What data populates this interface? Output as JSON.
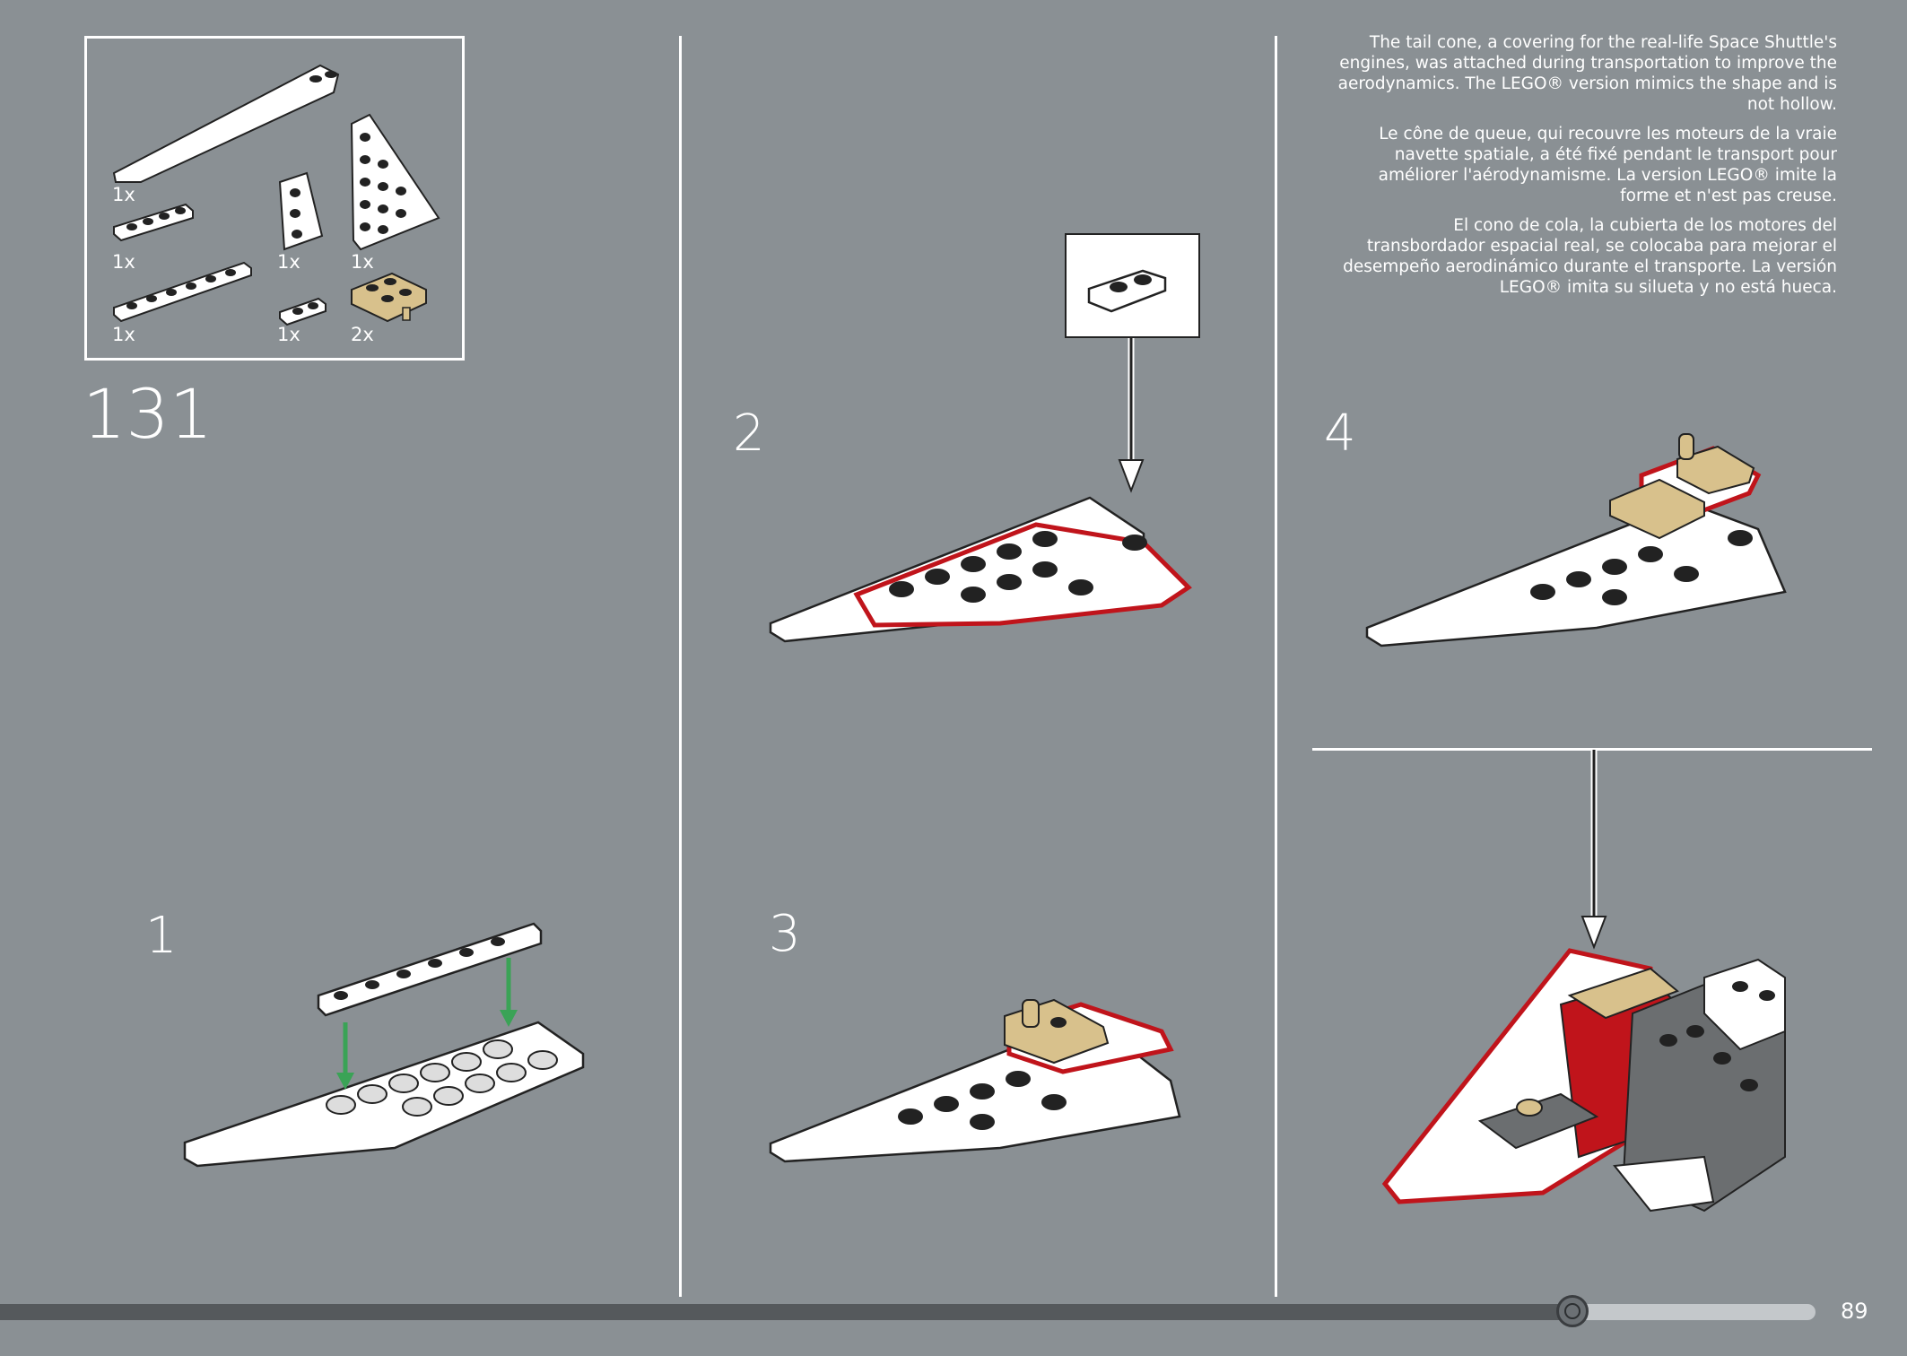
{
  "parts_list": {
    "items": [
      {
        "name": "wedge-plate-long",
        "qty": "1x"
      },
      {
        "name": "plate-1x4",
        "qty": "1x"
      },
      {
        "name": "plate-1x6",
        "qty": "1x"
      },
      {
        "name": "wedge-plate-small",
        "qty": "1x"
      },
      {
        "name": "plate-1x2",
        "qty": "1x"
      },
      {
        "name": "wedge-plate-large",
        "qty": "1x"
      },
      {
        "name": "plate-2x2-tan-pin",
        "qty": "2x"
      }
    ]
  },
  "main_step": "131",
  "substeps": [
    "1",
    "2",
    "3",
    "4"
  ],
  "info_text": {
    "english": "The tail cone, a covering for the real-life Space Shuttle's engines, was attached during transportation to improve the aerodynamics. The LEGO® version mimics the shape and is not hollow.",
    "french": "Le cône de queue, qui recouvre les moteurs de la vraie navette spatiale, a été fixé pendant le transport pour améliorer l'aérodynamisme. La version LEGO® imite la forme et n'est pas creuse.",
    "spanish": "El cono de cola, la cubierta de los motores del transbordador espacial real, se colocaba para mejorar el desempeño aerodinámico durante el transporte. La versión LEGO® imita su silueta y no está hueca."
  },
  "page_number": "89",
  "progress": {
    "fraction": 0.866
  },
  "colors": {
    "background": "#8a9094",
    "highlight": "#c0141b",
    "tan": "#d8c18c",
    "arrow_green": "#3aa356"
  }
}
